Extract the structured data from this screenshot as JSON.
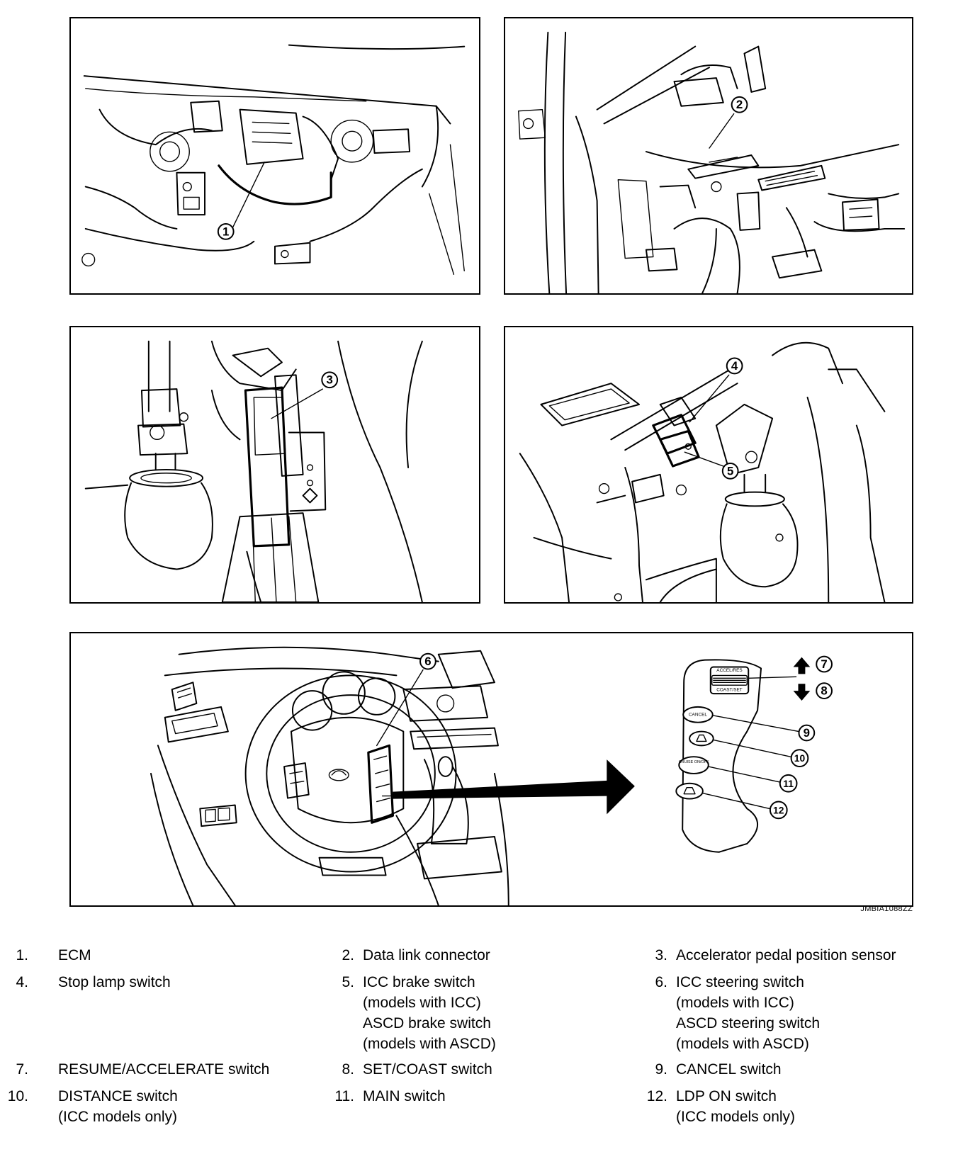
{
  "figure_code": "JMBIA1088ZZ",
  "callouts": [
    "1",
    "2",
    "3",
    "4",
    "5",
    "6",
    "7",
    "8",
    "9",
    "10",
    "11",
    "12"
  ],
  "switch_labels": {
    "accel_res": "ACCEL/RES",
    "coast_set": "COAST/SET",
    "cancel": "CANCEL",
    "cruise_on_off": "CRUISE ON/OFF"
  },
  "legend": [
    {
      "num": "1.",
      "lines": [
        "ECM"
      ]
    },
    {
      "num": "2.",
      "lines": [
        "Data link connector"
      ]
    },
    {
      "num": "3.",
      "lines": [
        "Accelerator pedal position sensor"
      ]
    },
    {
      "num": "4.",
      "lines": [
        "Stop lamp switch"
      ]
    },
    {
      "num": "5.",
      "lines": [
        "ICC brake switch",
        "(models with ICC)",
        "ASCD brake switch",
        "(models with ASCD)"
      ]
    },
    {
      "num": "6.",
      "lines": [
        "ICC steering switch",
        "(models with ICC)",
        "ASCD steering switch",
        "(models with ASCD)"
      ]
    },
    {
      "num": "7.",
      "lines": [
        "RESUME/ACCELERATE switch"
      ]
    },
    {
      "num": "8.",
      "lines": [
        "SET/COAST switch"
      ]
    },
    {
      "num": "9.",
      "lines": [
        "CANCEL switch"
      ]
    },
    {
      "num": "10.",
      "lines": [
        "DISTANCE switch",
        "(ICC models only)"
      ]
    },
    {
      "num": "11.",
      "lines": [
        "MAIN switch"
      ]
    },
    {
      "num": "12.",
      "lines": [
        "LDP ON switch",
        "(ICC models only)"
      ]
    }
  ]
}
